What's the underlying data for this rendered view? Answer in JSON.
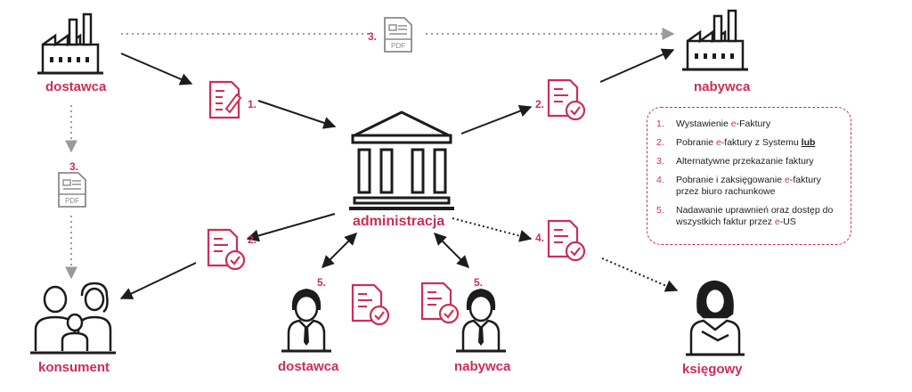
{
  "labels": {
    "supplier_top": "dostawca",
    "buyer_top": "nabywca",
    "administration": "administracja",
    "consumer": "konsument",
    "supplier_bottom": "dostawca",
    "buyer_bottom": "nabywca",
    "accountant": "księgowy"
  },
  "step_numbers": {
    "s1": "1.",
    "s2_right": "2.",
    "s2_left": "2.",
    "s3_top": "3.",
    "s3_left": "3.",
    "s4": "4.",
    "s5_left": "5.",
    "s5_right": "5."
  },
  "pdf_text": "PDF",
  "legend": [
    {
      "num": "1.",
      "pre": "Wystawienie ",
      "hl": "e",
      "post": "-Faktury",
      "extra": ""
    },
    {
      "num": "2.",
      "pre": "Pobranie ",
      "hl": "e",
      "post": "-faktury z Systemu ",
      "extra": "lub"
    },
    {
      "num": "3.",
      "pre": "Alternatywne przekazanie faktury",
      "hl": "",
      "post": "",
      "extra": ""
    },
    {
      "num": "4.",
      "pre": "Pobranie i zaksięgowanie ",
      "hl": "e",
      "post": "-faktury przez biuro rachunkowe",
      "extra": ""
    },
    {
      "num": "5.",
      "pre": "Nadawanie uprawnień oraz dostęp do wszystkich faktur przez ",
      "hl": "e",
      "post": "-US",
      "extra": ""
    }
  ],
  "colors": {
    "accent": "#cf2d55",
    "dark": "#1c1c1c",
    "gray": "#9a9a9a"
  }
}
